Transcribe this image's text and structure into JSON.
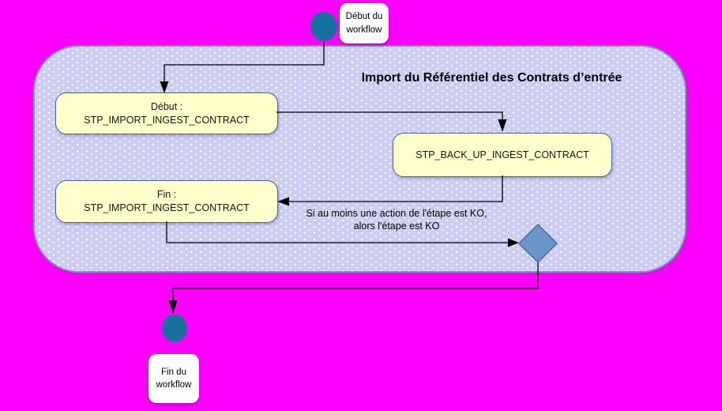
{
  "colors": {
    "background": "#FF00FF",
    "container_fill": "#CDCDF2",
    "container_border": "#8091BB",
    "step_fill": "#FFFFCC",
    "step_border": "#49688F",
    "terminal_fill": "#17719F",
    "diamond_fill": "#6C96C8",
    "diamond_border": "#3F6DA1",
    "edge": "#000000"
  },
  "container": {
    "title": "Import du Référentiel des Contrats d’entrée"
  },
  "start_event": {
    "label": "Début du\nworkflow"
  },
  "end_event": {
    "label": "Fin du\nworkflow"
  },
  "steps": {
    "begin": {
      "line1": "Début :",
      "line2": "STP_IMPORT_INGEST_CONTRACT"
    },
    "backup": {
      "label": "STP_BACK_UP_INGEST_CONTRACT"
    },
    "end": {
      "line1": "Fin :",
      "line2": "STP_IMPORT_INGEST_CONTRACT"
    }
  },
  "annotation": {
    "text": "Si au moins une action de l'étape est KO,\nalors l'étape est KO"
  }
}
